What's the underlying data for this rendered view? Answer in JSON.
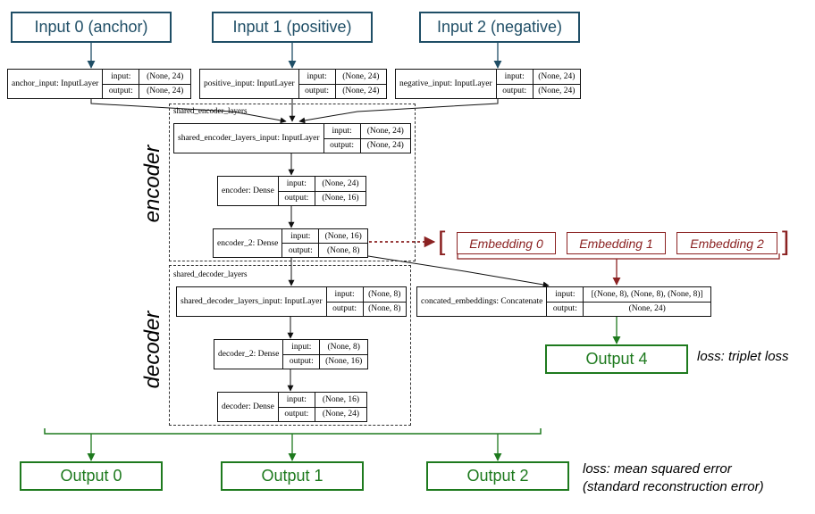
{
  "inputs": [
    "Input 0 (anchor)",
    "Input 1 (positive)",
    "Input 2 (negative)"
  ],
  "input_layers": [
    {
      "name": "anchor_input: InputLayer",
      "in": "(None, 24)",
      "out": "(None, 24)"
    },
    {
      "name": "positive_input: InputLayer",
      "in": "(None, 24)",
      "out": "(None, 24)"
    },
    {
      "name": "negative_input: InputLayer",
      "in": "(None, 24)",
      "out": "(None, 24)"
    }
  ],
  "row_keys": {
    "input": "input:",
    "output": "output:"
  },
  "encoder": {
    "cluster_label": "shared_encoder_layers",
    "side_label": "encoder",
    "layers": [
      {
        "name": "shared_encoder_layers_input: InputLayer",
        "in": "(None, 24)",
        "out": "(None, 24)"
      },
      {
        "name": "encoder: Dense",
        "in": "(None, 24)",
        "out": "(None, 16)"
      },
      {
        "name": "encoder_2: Dense",
        "in": "(None, 16)",
        "out": "(None, 8)"
      }
    ]
  },
  "decoder": {
    "cluster_label": "shared_decoder_layers",
    "side_label": "decoder",
    "layers": [
      {
        "name": "shared_decoder_layers_input: InputLayer",
        "in": "(None, 8)",
        "out": "(None, 8)"
      },
      {
        "name": "decoder_2: Dense",
        "in": "(None, 8)",
        "out": "(None, 16)"
      },
      {
        "name": "decoder: Dense",
        "in": "(None, 16)",
        "out": "(None, 24)"
      }
    ]
  },
  "embeddings": [
    "Embedding 0",
    "Embedding 1",
    "Embedding 2"
  ],
  "bracket": {
    "open": "[",
    "close": "]"
  },
  "concat": {
    "name": "concated_embeddings: Concatenate",
    "in": "[(None, 8), (None, 8), (None, 8)]",
    "out": "(None, 24)"
  },
  "output4": "Output 4",
  "triplet_loss": "loss: triplet loss",
  "outputs": [
    "Output 0",
    "Output 1",
    "Output 2"
  ],
  "mse_loss": [
    "loss: mean squared error",
    "(standard reconstruction error)"
  ],
  "colors": {
    "input": "#1f4e66",
    "output": "#1e7a1e",
    "embedding": "#8b2222"
  }
}
